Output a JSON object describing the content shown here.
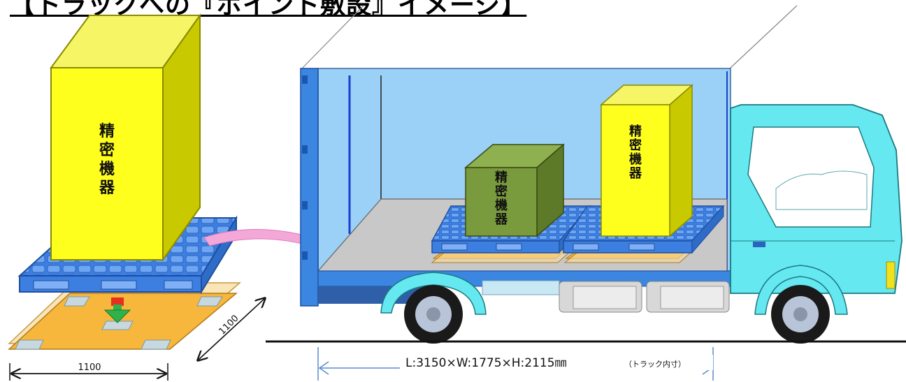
{
  "title": "【トラックへの『ポイント敷設』イメージ】",
  "labels": {
    "large_box": [
      "精",
      "密",
      "機",
      "器"
    ],
    "middle_box": [
      "精",
      "密",
      "機",
      "器"
    ],
    "tall_box": [
      "精",
      "密",
      "機",
      "器"
    ]
  },
  "dimensions": {
    "pallet_width": "1100",
    "pallet_depth": "1100",
    "truck": "L:3150×W:1775×H:2115㎜",
    "truck_note": "（トラック内寸）"
  },
  "colors": {
    "box_yellow": "#ffff1e",
    "box_green": "#7a9a3e",
    "pallet_blue": "#3d7fe0",
    "mat_orange": "#f6b73c",
    "truck_cyan": "#66e8f0",
    "cargo_bg": "#9bd0f7",
    "floor_gray": "#c8c8c8",
    "arrow_pink": "#f4a8d8",
    "arrow_red": "#e52f1f",
    "arrow_green": "#2fb24a"
  }
}
